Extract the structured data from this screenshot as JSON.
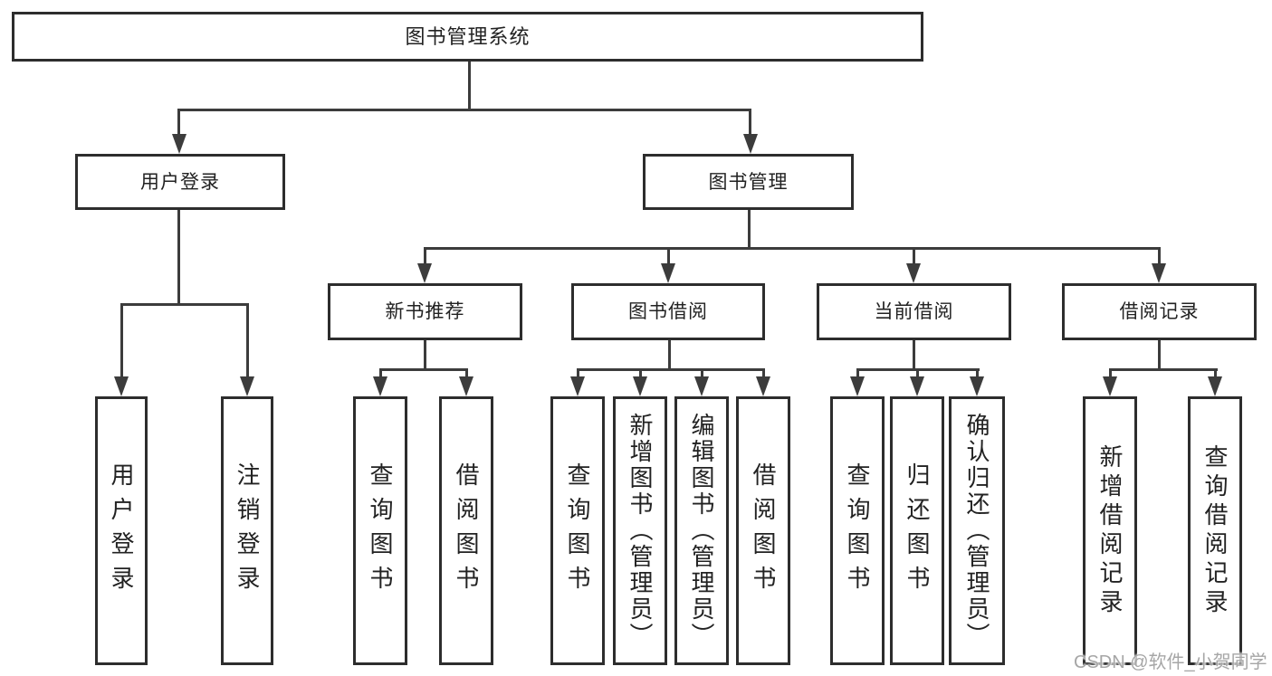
{
  "tree": {
    "root": {
      "label": "图书管理系统"
    },
    "branches": [
      {
        "label": "用户登录",
        "children": [
          {
            "label": "用户登录"
          },
          {
            "label": "注销登录"
          }
        ]
      },
      {
        "label": "图书管理",
        "children": [
          {
            "label": "新书推荐",
            "children": [
              {
                "label": "查询图书"
              },
              {
                "label": "借阅图书"
              }
            ]
          },
          {
            "label": "图书借阅",
            "children": [
              {
                "label": "查询图书"
              },
              {
                "label": "新增图书（管理员）"
              },
              {
                "label": "编辑图书（管理员）"
              },
              {
                "label": "借阅图书"
              }
            ]
          },
          {
            "label": "当前借阅",
            "children": [
              {
                "label": "查询图书"
              },
              {
                "label": "归还图书"
              },
              {
                "label": "确认归还（管理员）"
              }
            ]
          },
          {
            "label": "借阅记录",
            "children": [
              {
                "label": "新增借阅记录"
              },
              {
                "label": "查询借阅记录"
              }
            ]
          }
        ]
      }
    ]
  },
  "watermark": "CSDN @软件_小贺同学",
  "colors": {
    "line": "#3c3c3c",
    "border": "#2d2d2d",
    "text": "#222222",
    "background": "#ffffff",
    "watermark": "#a6a6a6"
  }
}
